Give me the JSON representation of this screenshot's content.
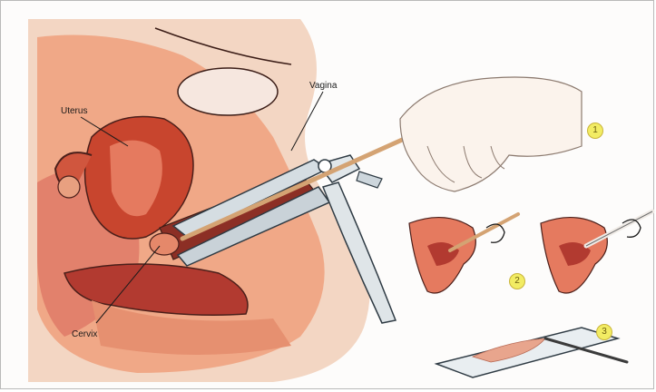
{
  "labels": {
    "uterus": "Uterus",
    "vagina": "Vagina",
    "cervix": "Cervix"
  },
  "steps": [
    "1",
    "2",
    "3"
  ],
  "colors": {
    "skin": "#f2b89b",
    "flesh": "#e47e5e",
    "deep": "#b4362a",
    "dark": "#4b1f1a",
    "badge": "#f2ec63",
    "steel": "#d5dde2"
  },
  "icons": [
    "speculum-icon",
    "hand-icon",
    "swab-icon",
    "rotation-arrow-icon",
    "glass-slide-icon"
  ]
}
